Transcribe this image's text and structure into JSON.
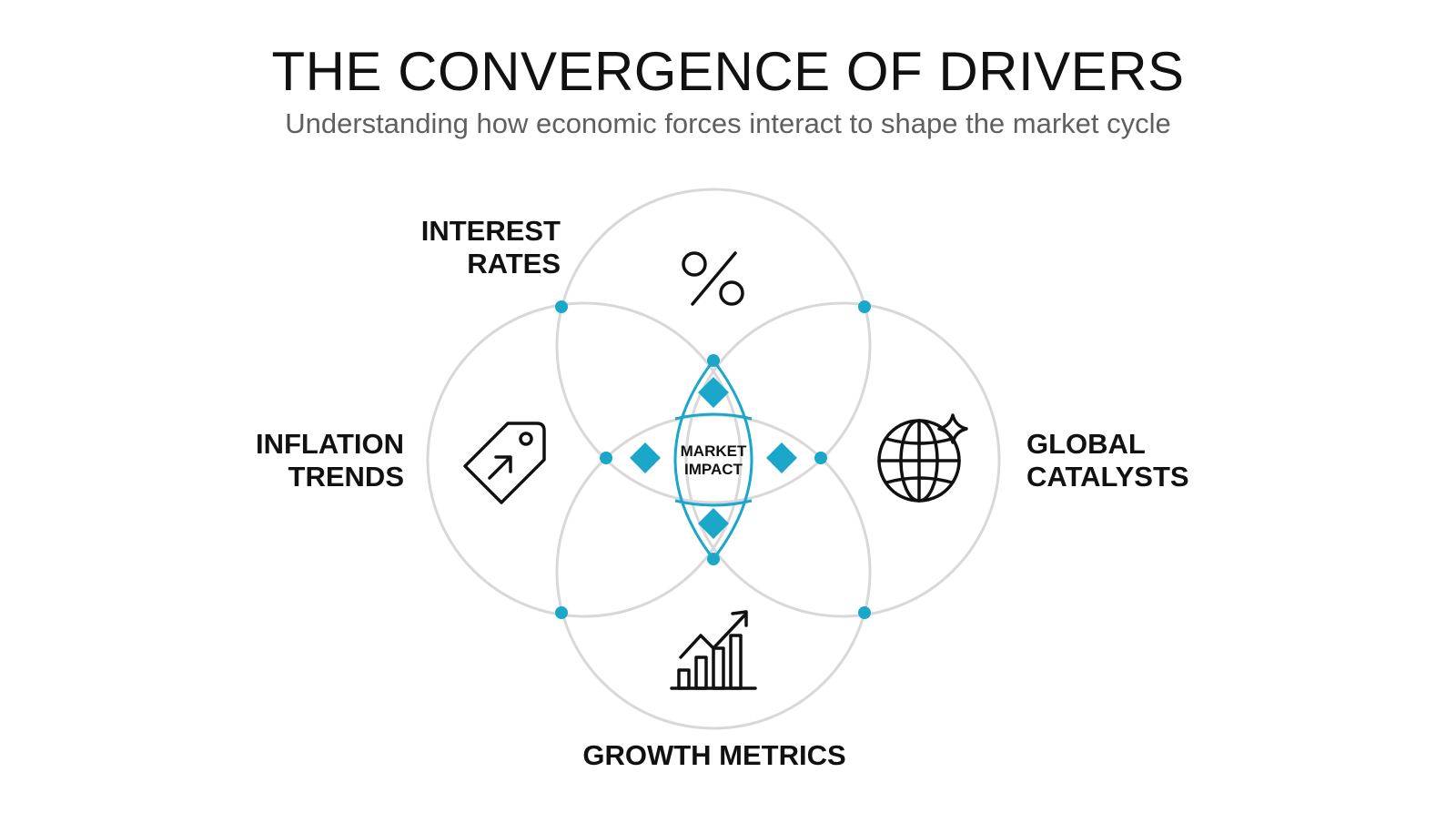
{
  "title": "THE CONVERGENCE OF DRIVERS",
  "subtitle": "Understanding how economic forces interact to shape the market cycle",
  "drivers": {
    "interest": {
      "line1": "INTEREST",
      "line2": "RATES",
      "icon": "percent-icon"
    },
    "inflation": {
      "line1": "INFLATION",
      "line2": "TRENDS",
      "icon": "price-tag-icon"
    },
    "global": {
      "line1": "GLOBAL",
      "line2": "CATALYSTS",
      "icon": "globe-sparkle-icon"
    },
    "growth": {
      "label": "GROWTH METRICS",
      "icon": "bar-chart-trend-icon"
    }
  },
  "center": {
    "line1": "MARKET",
    "line2": "IMPACT"
  },
  "colors": {
    "accent": "#1aa7c9",
    "circle_stroke": "#d8d8d8",
    "text": "#111111",
    "subtitle": "#5f5f5f"
  }
}
